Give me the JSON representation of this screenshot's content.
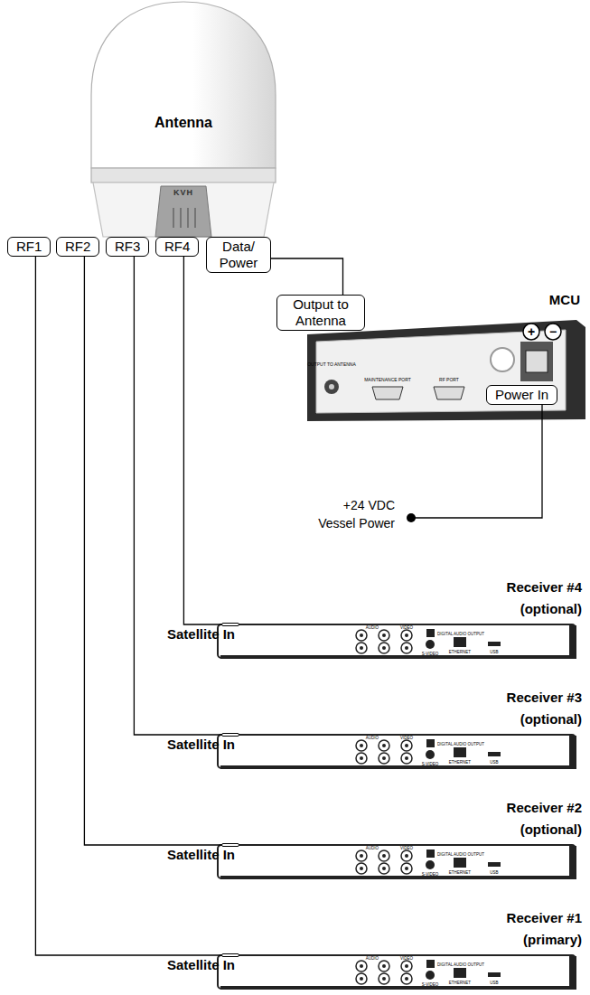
{
  "diagram": {
    "nodes": [
      {
        "text": [
          "Antenna"
        ]
      },
      {
        "text": [
          "RF1"
        ]
      },
      {
        "text": [
          "RF2"
        ]
      },
      {
        "text": [
          "RF3"
        ]
      },
      {
        "text": [
          "RF4"
        ]
      },
      {
        "text": [
          "Data/ Power"
        ]
      },
      {
        "text": [
          "Output to Antenna"
        ]
      },
      {
        "text": [
          "MCU"
        ]
      },
      {
        "text": [
          "Power In"
        ],
        "in": 7
      },
      {
        "text": [
          "Receiver #4 (optional)"
        ]
      },
      {
        "text": [
          "Satellite In"
        ],
        "in": 9
      },
      {
        "text": [
          "Receiver #3 (optional)"
        ]
      },
      {
        "text": [
          "Satellite In"
        ],
        "in": 11
      },
      {
        "text": [
          "Receiver #2 (optional)"
        ]
      },
      {
        "text": [
          "Satellite In"
        ],
        "in": 13
      },
      {
        "text": [
          "Receiver #1 (primary)"
        ]
      },
      {
        "text": [
          "Satellite In"
        ],
        "in": 15
      }
    ],
    "edges": [
      {
        "from": 1,
        "to": 16,
        "arrow": "none"
      },
      {
        "from": 2,
        "to": 14,
        "arrow": "none"
      },
      {
        "from": 3,
        "to": 12,
        "arrow": "none"
      },
      {
        "from": 4,
        "to": 10,
        "arrow": "none"
      },
      {
        "from": 5,
        "to": 6,
        "arrow": "none"
      }
    ],
    "labels": [
      "KVH",
      "OUTPUT TO ANTENNA",
      "MAINTENANCE PORT",
      "RF PORT",
      "+",
      "−",
      "+24 VDC Vessel Power",
      "AUDIO",
      "VIDEO",
      "DIGITAL AUDIO OUTPUT",
      "S-VIDEO",
      "ETHERNET",
      "USB",
      "AUDIO",
      "VIDEO",
      "DIGITAL AUDIO OUTPUT",
      "S-VIDEO",
      "ETHERNET",
      "USB",
      "AUDIO",
      "VIDEO",
      "DIGITAL AUDIO OUTPUT",
      "S-VIDEO",
      "ETHERNET",
      "USB",
      "AUDIO",
      "VIDEO",
      "DIGITAL AUDIO OUTPUT",
      "S-VIDEO",
      "ETHERNET",
      "USB"
    ]
  }
}
